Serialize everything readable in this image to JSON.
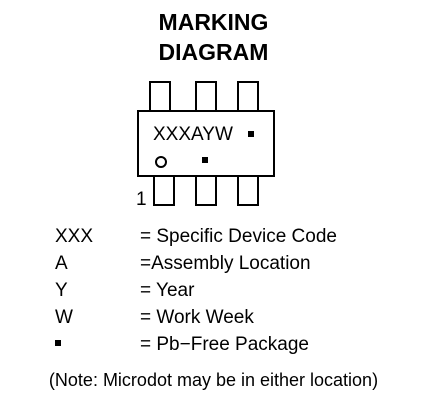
{
  "title": {
    "line1": "MARKING",
    "line2": "DIAGRAM"
  },
  "package": {
    "marking_text": "XXXAYW",
    "pin1_label": "1"
  },
  "legend": [
    {
      "symbol": "XXX",
      "definition": "= Specific Device Code"
    },
    {
      "symbol": "A",
      "definition": "=Assembly Location"
    },
    {
      "symbol": "Y",
      "definition": "= Year"
    },
    {
      "symbol": "W",
      "definition": "= Work Week"
    },
    {
      "symbol_icon": "square-dot-icon",
      "definition": "= Pb−Free Package"
    }
  ],
  "note": "(Note: Microdot may be in either location)"
}
